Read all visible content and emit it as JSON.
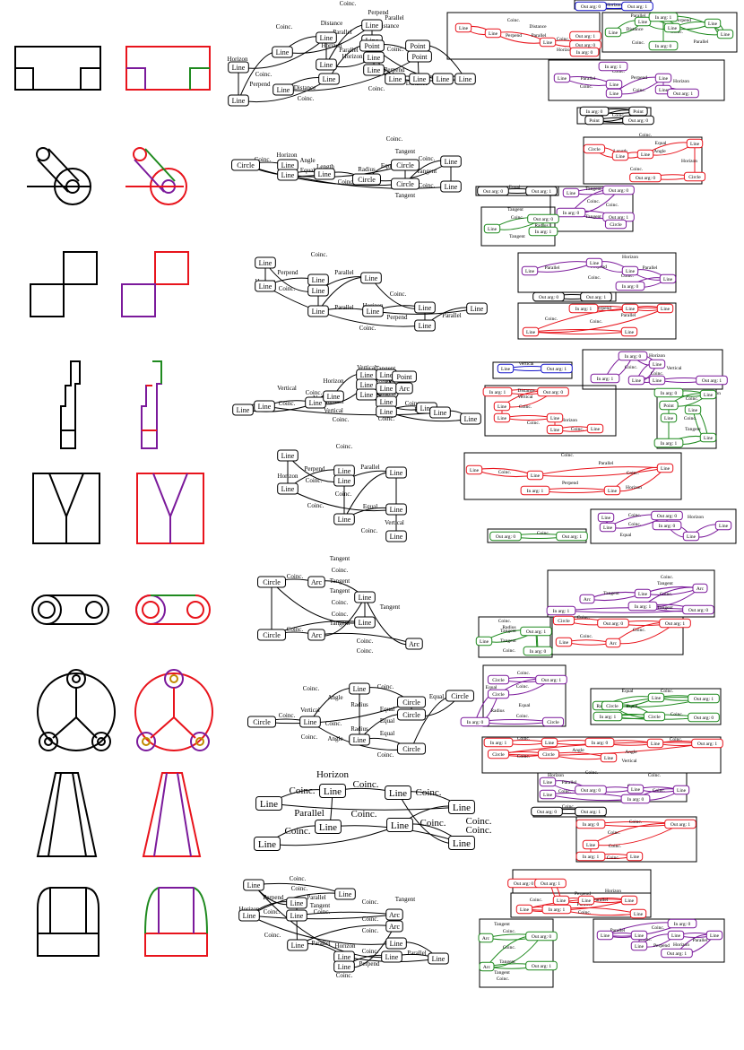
{
  "colors": {
    "black": "#000000",
    "red": "#e8141c",
    "green": "#1f8a1f",
    "purple": "#7b1a9b",
    "blue": "#1515c8"
  },
  "labels": {
    "coinc": "Coinc.",
    "line": "Line",
    "circle": "Circle",
    "arc": "Arc",
    "point": "Point",
    "horizon": "Horizon",
    "parallel": "Parallel",
    "perpend": "Perpend",
    "distance": "Distance",
    "tangent": "Tangent",
    "equal": "Equal",
    "vertical": "Vertical",
    "radius": "Radius",
    "angle": "Angle",
    "length": "Length",
    "in_arg_0": "In arg: 0",
    "in_arg_1": "In arg: 1",
    "out_arg_0": "Out arg: 0",
    "out_arg_1": "Out arg: 1"
  },
  "rows": [
    {
      "id": "r1",
      "graph_nodes": [
        "Line",
        "Line",
        "Line",
        "Line",
        "Line",
        "Line",
        "Line",
        "Line",
        "Line",
        "Line",
        "Line",
        "Point",
        "Point",
        "Point",
        "Line"
      ],
      "graph_labels": [
        "Coinc.",
        "Distance",
        "Perpend",
        "Parallel",
        "Horizon",
        "Parallel",
        "Coinc.",
        "Perpend",
        "Parallel",
        "Horizon",
        "Coinc.",
        "Distance"
      ],
      "cluster_labels": [
        "Out arg: 0",
        "Horizon",
        "Out arg: 1",
        "In arg: 0",
        "Parallel",
        "Perpend",
        "Distance",
        "In arg: 1",
        "Point",
        "Out arg: 0"
      ]
    },
    {
      "id": "r2",
      "graph_nodes": [
        "Circle",
        "Line",
        "Line",
        "Circle",
        "Circle",
        "Line",
        "Circle",
        "Line",
        "Circle"
      ],
      "graph_labels": [
        "Coinc.",
        "Horizon",
        "Angle",
        "Length",
        "Equal",
        "Radius",
        "Tangent",
        "Coinc."
      ],
      "cluster_labels": [
        "Circle",
        "Equal",
        "Length",
        "Angle",
        "Horizon",
        "Out arg: 0",
        "Out arg: 1",
        "Tangent",
        "Radius",
        "In arg: 0"
      ]
    },
    {
      "id": "r3",
      "graph_nodes": [
        "Line",
        "Line",
        "Line",
        "Line",
        "Line",
        "Line",
        "Line",
        "Line"
      ],
      "graph_labels": [
        "Coinc.",
        "Perpend",
        "Horizon",
        "Parallel",
        "Horizon",
        "Perpend",
        "Parallel"
      ],
      "cluster_labels": [
        "Horizon",
        "Parallel",
        "Perpend",
        "In arg: 0",
        "Out arg: 0",
        "Out arg: 1",
        "In arg: 1"
      ]
    },
    {
      "id": "r4",
      "graph_nodes": [
        "Line",
        "Line",
        "Line",
        "Point",
        "Arc",
        "Line",
        "Line",
        "Line"
      ],
      "graph_labels": [
        "Vertical",
        "Coinc.",
        "Horizon",
        "Tangent",
        "Perpend",
        "Vertical"
      ],
      "cluster_labels": [
        "Vertical",
        "Out arg: 1",
        "In arg: 1",
        "Distance",
        "Out arg: 0",
        "Tangent",
        "Horizon"
      ]
    },
    {
      "id": "r5",
      "graph_nodes": [
        "Line",
        "Line",
        "Line",
        "Line",
        "Line",
        "Line",
        "Line"
      ],
      "graph_labels": [
        "Coinc.",
        "Perpend",
        "Parallel",
        "Horizon",
        "Equal",
        "Vertical"
      ],
      "cluster_labels": [
        "Parallel",
        "Perpend",
        "Horizon",
        "In arg: 1",
        "Out arg: 0",
        "Vertical",
        "Equal",
        "Out arg: 1"
      ]
    },
    {
      "id": "r6",
      "graph_nodes": [
        "Circle",
        "Arc",
        "Line",
        "Circle",
        "Arc",
        "Line",
        "Arc"
      ],
      "graph_labels": [
        "Coinc.",
        "Tangent",
        "Tangent",
        "Coinc."
      ],
      "cluster_labels": [
        "Arc",
        "Tangent",
        "In arg: 1",
        "Out arg: 0",
        "Radius",
        "Out arg: 1",
        "In arg: 0"
      ]
    },
    {
      "id": "r7",
      "graph_nodes": [
        "Line",
        "Circle",
        "Circle",
        "Circle",
        "Circle",
        "Line",
        "Circle",
        "Circle"
      ],
      "graph_labels": [
        "Coinc.",
        "Angle",
        "Radius",
        "Equal",
        "Vertical",
        "Angle"
      ],
      "cluster_labels": [
        "Out arg: 1",
        "Circle",
        "Equal",
        "Radius",
        "In arg: 0",
        "Out arg: 0",
        "In arg: 1",
        "Angle",
        "Vertical"
      ]
    },
    {
      "id": "r8",
      "graph_nodes": [
        "Line",
        "Line",
        "Line",
        "Line",
        "Line",
        "Line",
        "Line"
      ],
      "graph_labels": [
        "Horizon",
        "Coinc.",
        "Parallel",
        "Coinc.",
        "Coinc."
      ],
      "cluster_labels": [
        "Horizon",
        "Parallel",
        "Out arg: 0",
        "In arg: 0",
        "Out arg: 1",
        "In arg: 1"
      ]
    },
    {
      "id": "r9",
      "graph_nodes": [
        "Line",
        "Line",
        "Line",
        "Line",
        "Arc",
        "Arc",
        "Line",
        "Line",
        "Line",
        "Line"
      ],
      "graph_labels": [
        "Coinc.",
        "Perpend",
        "Horizon",
        "Parallel",
        "Tangent",
        "Perpend"
      ],
      "cluster_labels": [
        "Out arg: 0",
        "Perpend",
        "Horizon",
        "In arg: 1",
        "Tangent",
        "In arg: 0",
        "Out arg: 1"
      ]
    }
  ]
}
